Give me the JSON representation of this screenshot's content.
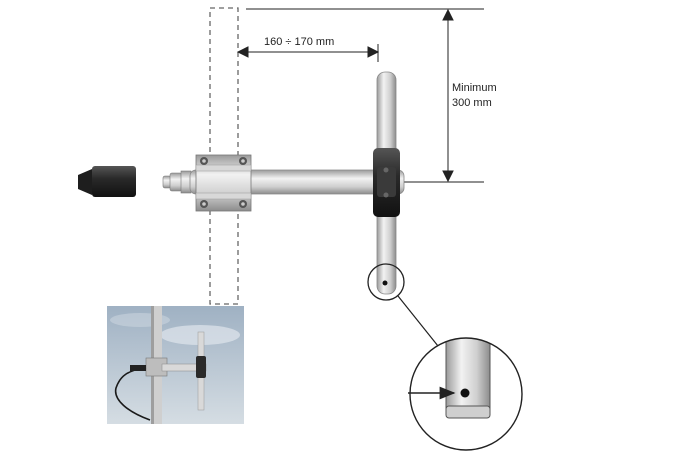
{
  "dimensions": {
    "spacing_label": "160 ÷ 170 mm",
    "minimum_line1": "Minimum",
    "minimum_line2": "300 mm"
  },
  "parts": {
    "mast": "mast-dashed-outline",
    "clamp": "mounting-clamp",
    "boom": "horizontal-boom",
    "dipole": "vertical-dipole-element",
    "connector": "coaxial-connector",
    "detail": "drain-hole-detail-magnifier",
    "photo": "installed-antenna-photo"
  },
  "colors": {
    "metal_light": "#e8e8e8",
    "metal_mid": "#bdbdbd",
    "metal_dark": "#8a8a8a",
    "insulator": "#2b2b2b",
    "line": "#333333",
    "sky": "#b7c6d4"
  }
}
